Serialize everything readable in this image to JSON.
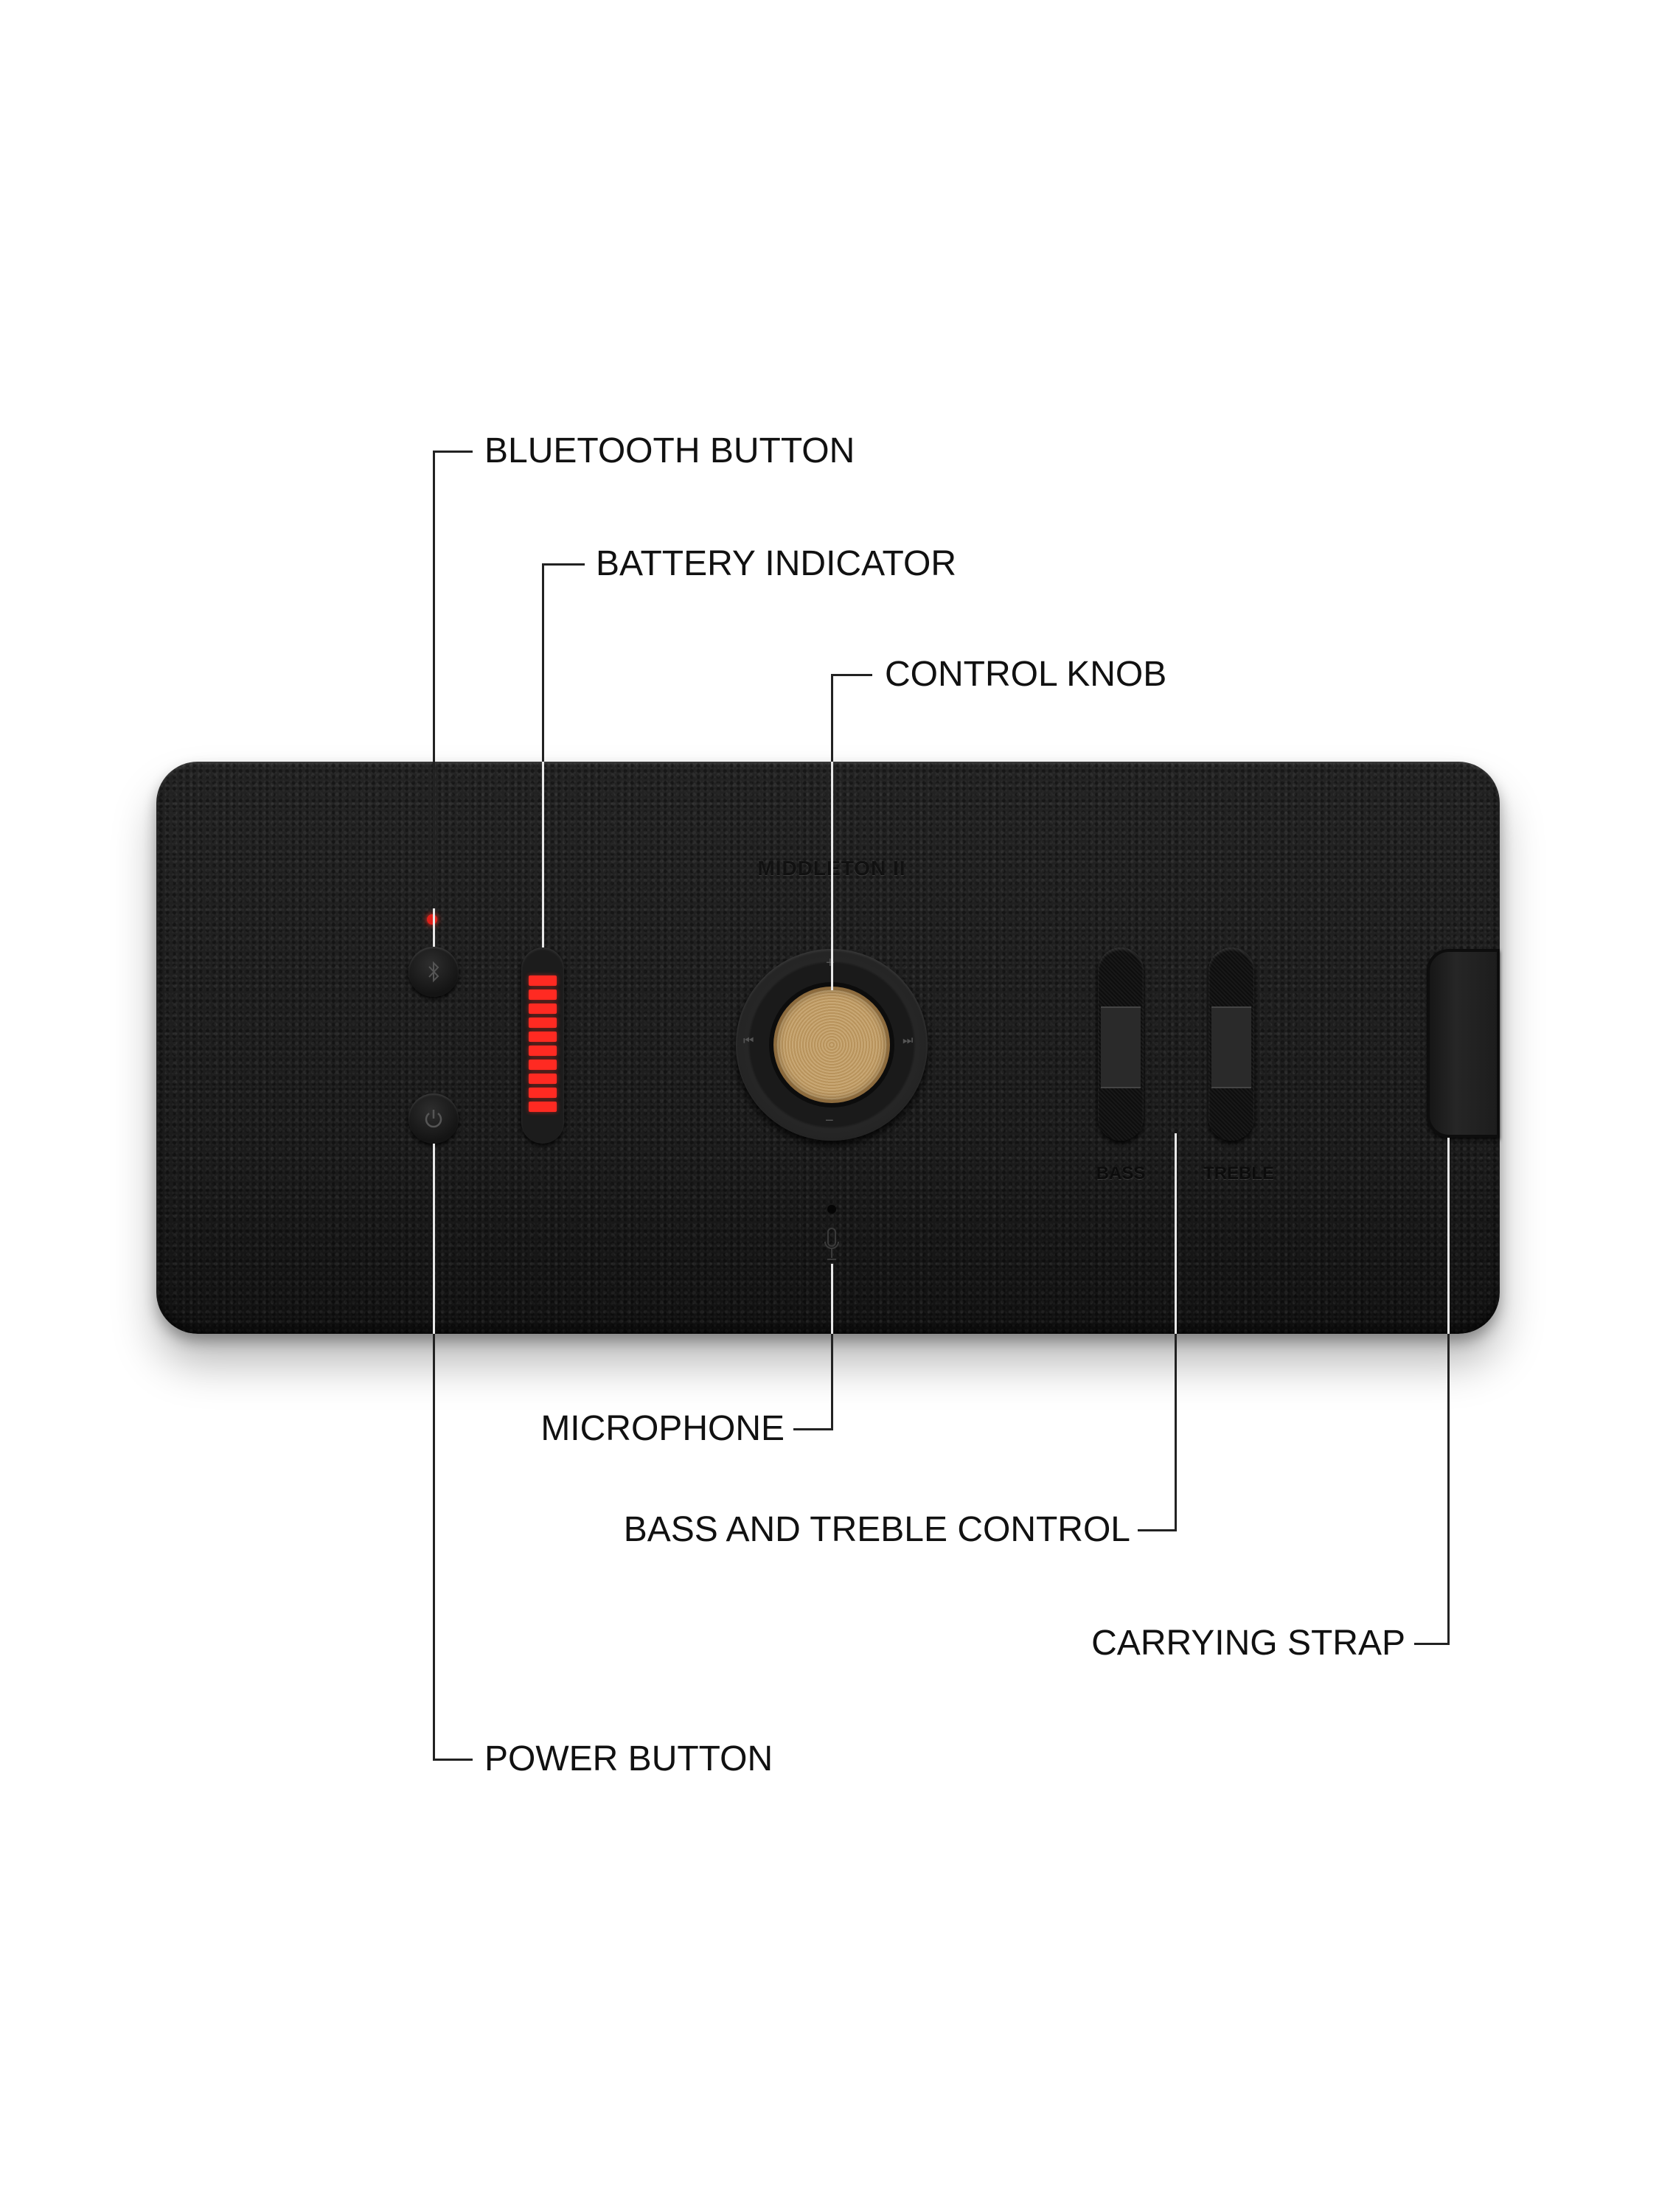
{
  "device": {
    "model_name": "MIDDLETON II",
    "bass_label": "BASS",
    "treble_label": "TREBLE",
    "battery_level_segments": 10,
    "battery_total_segments": 10
  },
  "callouts": {
    "bluetooth_button": "BLUETOOTH BUTTON",
    "battery_indicator": "BATTERY INDICATOR",
    "control_knob": "CONTROL KNOB",
    "microphone": "MICROPHONE",
    "bass_treble_control": "BASS AND TREBLE CONTROL",
    "carrying_strap": "CARRYING STRAP",
    "power_button": "POWER BUTTON"
  },
  "colors": {
    "battery_led": "#ff2a22",
    "indicator_led": "#e0201a",
    "knob_gold": "#c9a875",
    "body": "#1c1c1c"
  }
}
